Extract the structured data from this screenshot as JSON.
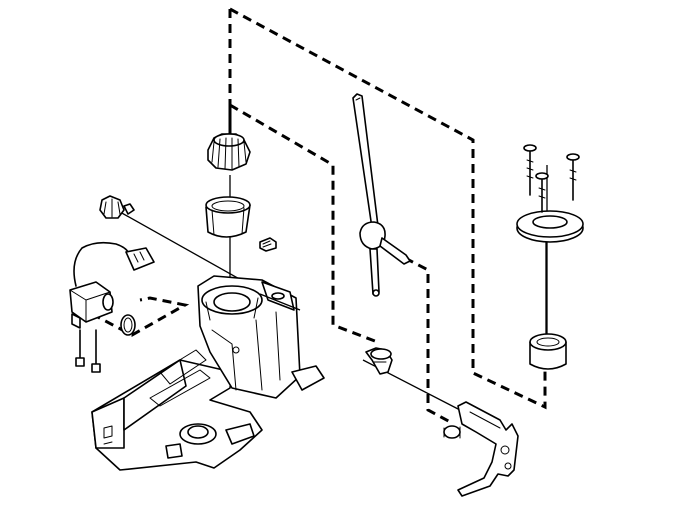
{
  "diagram": {
    "type": "exploded-parts-view",
    "parts": [
      {
        "id": "gear-lever-rod",
        "icon": "lever-rod"
      },
      {
        "id": "bushing-upper",
        "icon": "bushing"
      },
      {
        "id": "bushing-lower",
        "icon": "bushing-sleeve"
      },
      {
        "id": "clip",
        "icon": "clip"
      },
      {
        "id": "solenoid",
        "icon": "solenoid"
      },
      {
        "id": "connector",
        "icon": "connector"
      },
      {
        "id": "bulb-holder",
        "icon": "bulb-holder"
      },
      {
        "id": "o-ring",
        "icon": "ring"
      },
      {
        "id": "screws-solenoid",
        "icon": "screw"
      },
      {
        "id": "ball-socket",
        "icon": "ball-socket"
      },
      {
        "id": "gate-plate",
        "icon": "plate"
      },
      {
        "id": "screws-plate",
        "icon": "screw"
      },
      {
        "id": "sleeve",
        "icon": "sleeve"
      },
      {
        "id": "linkage-arm",
        "icon": "bracket"
      },
      {
        "id": "housing",
        "icon": "housing"
      }
    ],
    "line_color": "#000000",
    "background": "#ffffff"
  }
}
